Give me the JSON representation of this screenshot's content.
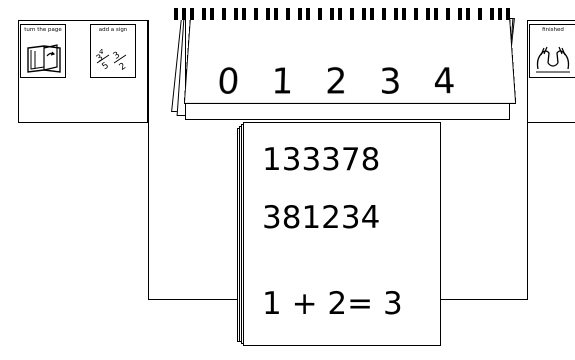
{
  "cards": {
    "turn_page": {
      "label": "turn the page",
      "icon": "open-book-icon"
    },
    "add_sign": {
      "label": "add a sign",
      "icon": "fractions-icon"
    },
    "finished": {
      "label": "finished",
      "icon": "hands-sign-icon"
    }
  },
  "flip_card": {
    "digits": "0 1 2 3 4"
  },
  "book": {
    "line1": "133378",
    "line2": "381234",
    "equation": "1 + 2= 3"
  }
}
